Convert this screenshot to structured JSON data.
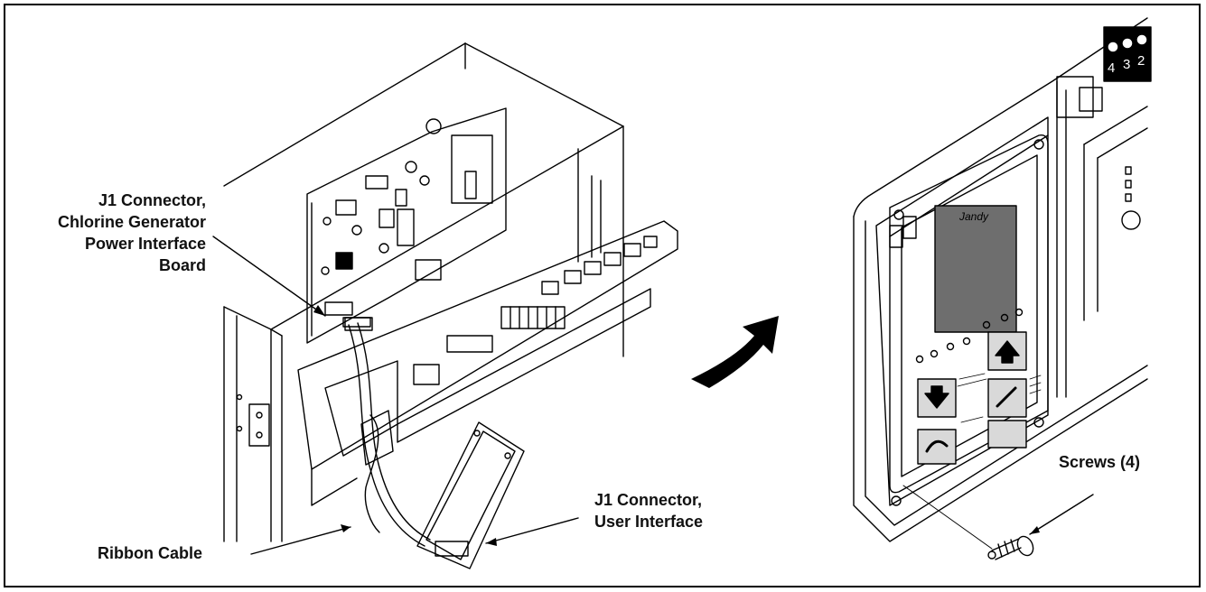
{
  "callouts": {
    "j1_power": {
      "lines": [
        "J1 Connector,",
        "Chlorine Generator",
        "Power Interface",
        "Board"
      ]
    },
    "ribbon": {
      "text": "Ribbon Cable"
    },
    "j1_user": {
      "lines": [
        "J1 Connector,",
        "User Interface"
      ]
    },
    "screws": {
      "text": "Screws (4)"
    }
  },
  "device": {
    "brand": "Jandy",
    "terminal_numbers": [
      "4",
      "3",
      "2"
    ]
  },
  "colors": {
    "line": "#000000",
    "screen": "#6e6e6e",
    "key": "#d9d9d9"
  }
}
